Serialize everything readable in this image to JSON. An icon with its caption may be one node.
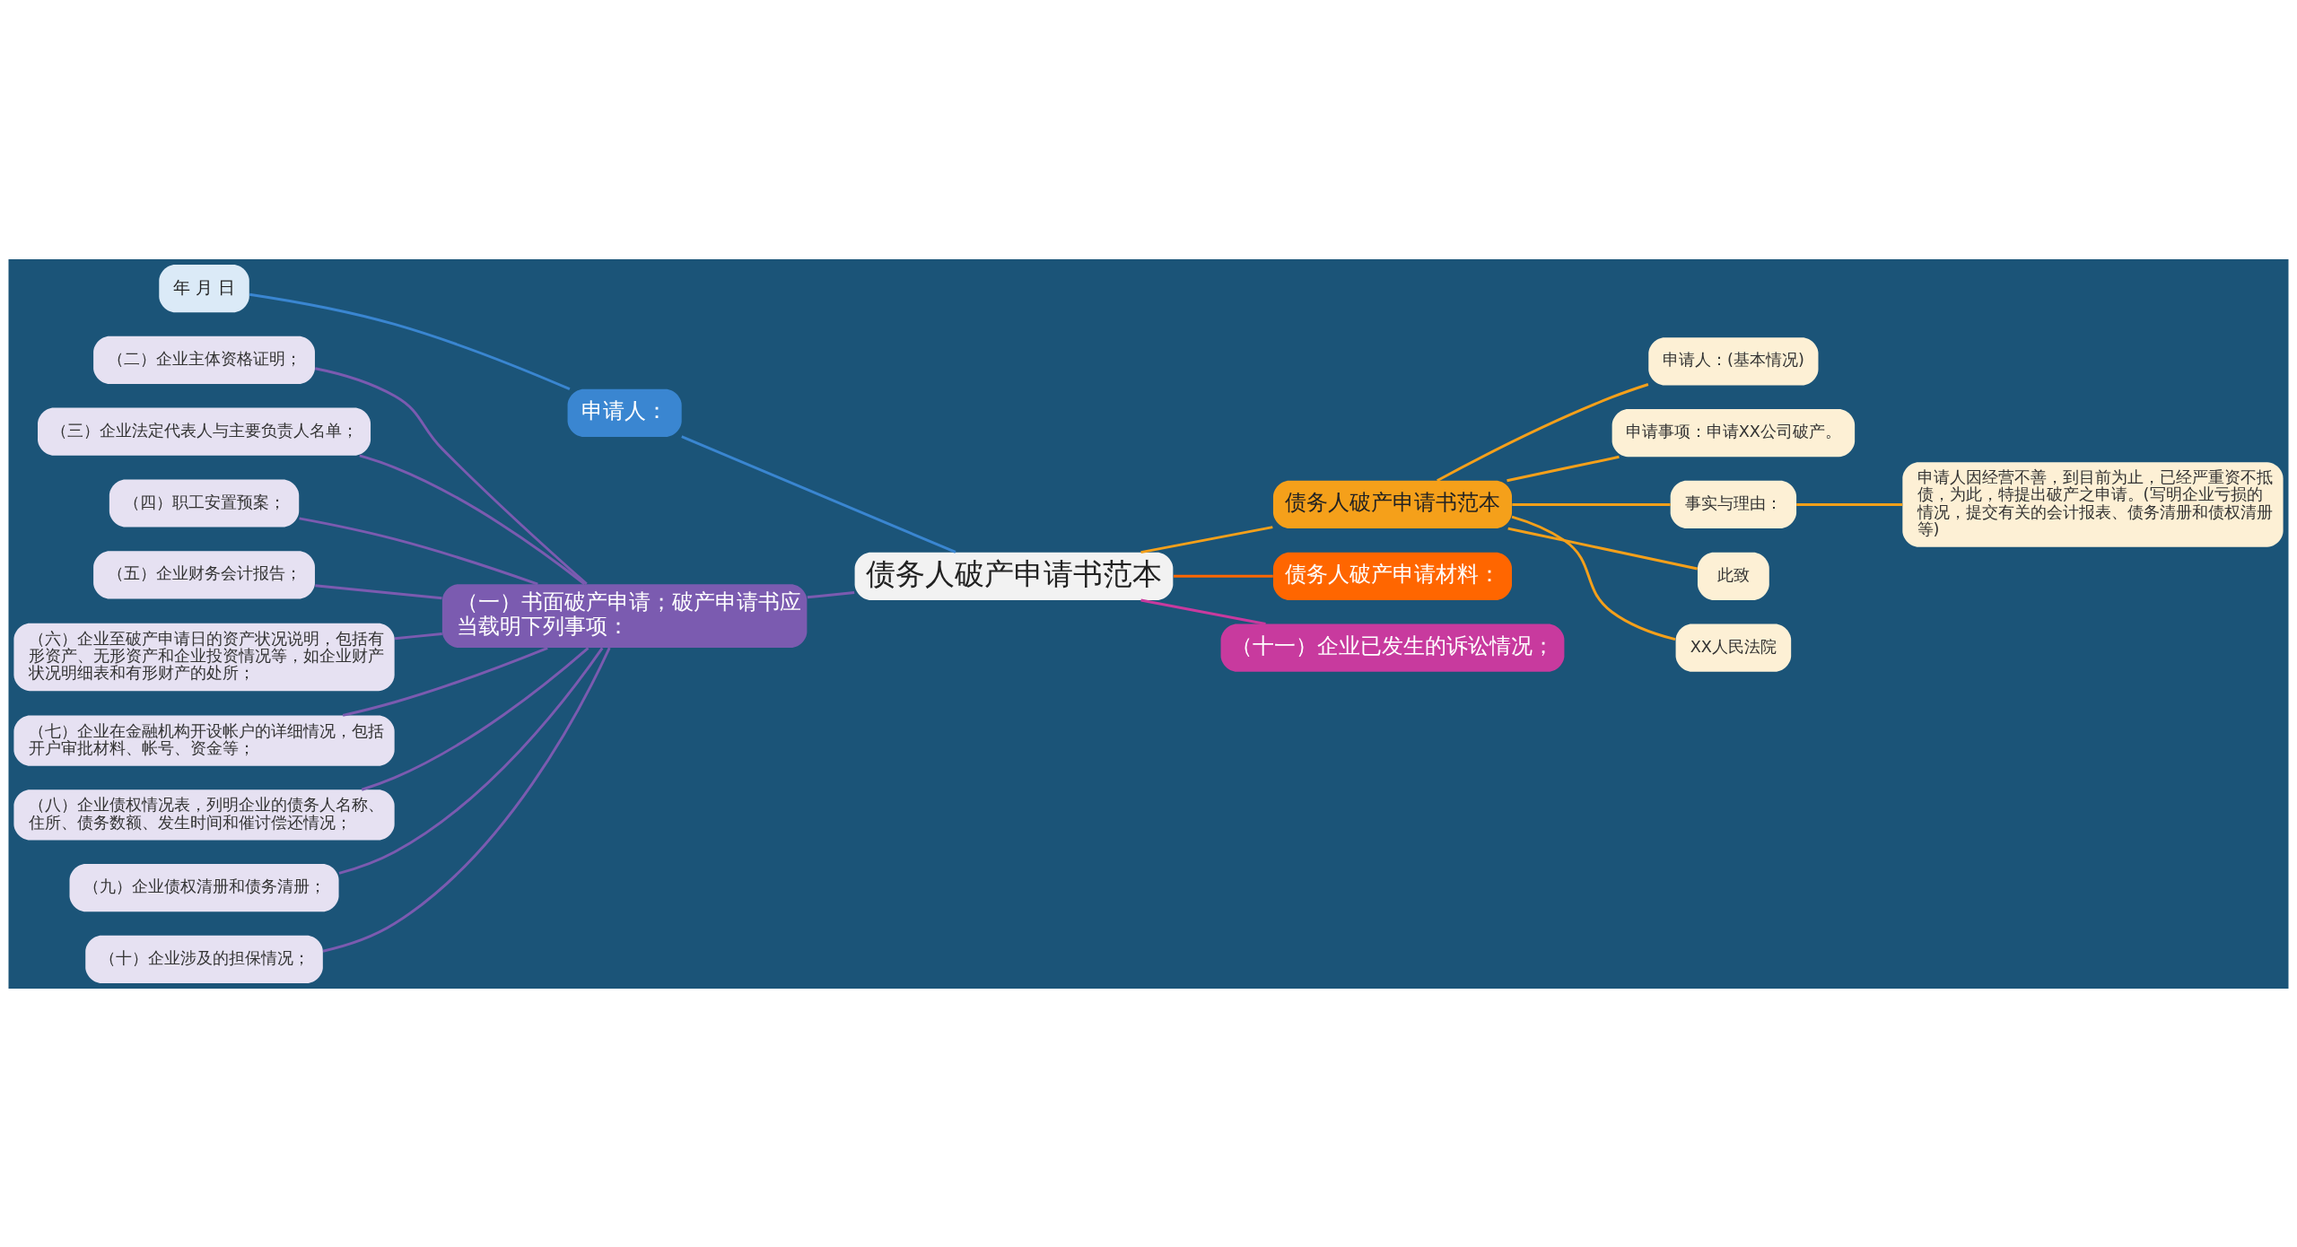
{
  "diagram": {
    "nodes": [
      {
        "text": [
          "债务人破产申请书范本"
        ]
      },
      {
        "text": [
          "申请人："
        ]
      },
      {
        "text": [
          "年 月 日"
        ]
      },
      {
        "text": [
          "（一）书面破产申请；破产申请书应当载明下列事项："
        ]
      },
      {
        "text": [
          "（二）企业主体资格证明；"
        ]
      },
      {
        "text": [
          "（三）企业法定代表人与主要负责人名单；"
        ]
      },
      {
        "text": [
          "（四）职工安置预案；"
        ]
      },
      {
        "text": [
          "（五）企业财务会计报告；"
        ]
      },
      {
        "text": [
          "（六）企业至破产申请日的资产状况说明，包括有形资产、无形资产和企业投资情况等，如企业财产状况明细表和有形财产的处所；"
        ]
      },
      {
        "text": [
          "（七）企业在金融机构开设帐户的详细情况，包括开户审批材料、帐号、资金等；"
        ]
      },
      {
        "text": [
          "（八）企业债权情况表，列明企业的债务人名称、住所、债务数额、发生时间和催讨偿还情况；"
        ]
      },
      {
        "text": [
          "（九）企业债权清册和债务清册；"
        ]
      },
      {
        "text": [
          "（十）企业涉及的担保情况；"
        ]
      },
      {
        "text": [
          "债务人破产申请书范本"
        ]
      },
      {
        "text": [
          "申请人：(基本情况)"
        ]
      },
      {
        "text": [
          "申请事项：申请XX公司破产。"
        ]
      },
      {
        "text": [
          "事实与理由："
        ]
      },
      {
        "text": [
          "申请人因经营不善，到目前为止，已经严重资不抵债，为此，特提出破产之申请。(写明企业亏损的情况，提交有关的会计报表、债务清册和债权清册等)"
        ]
      },
      {
        "text": [
          "此致"
        ]
      },
      {
        "text": [
          "XX人民法院"
        ]
      },
      {
        "text": [
          "债务人破产申请材料："
        ]
      },
      {
        "text": [
          "（十一）企业已发生的诉讼情况；"
        ]
      }
    ],
    "edges": [
      {
        "from": 0,
        "to": 1,
        "arrow": "none",
        "color": "#3a86d1"
      },
      {
        "from": 1,
        "to": 2,
        "arrow": "none",
        "color": "#3a86d1"
      },
      {
        "from": 0,
        "to": 3,
        "arrow": "none"
      },
      {
        "from": 3,
        "to": 4,
        "arrow": "none"
      },
      {
        "from": 3,
        "to": 5,
        "arrow": "none"
      },
      {
        "from": 3,
        "to": 6,
        "arrow": "none"
      },
      {
        "from": 3,
        "to": 7,
        "arrow": "none"
      },
      {
        "from": 3,
        "to": 8,
        "arrow": "none"
      },
      {
        "from": 3,
        "to": 9,
        "arrow": "none"
      },
      {
        "from": 3,
        "to": 10,
        "arrow": "none"
      },
      {
        "from": 3,
        "to": 11,
        "arrow": "none"
      },
      {
        "from": 3,
        "to": 12,
        "arrow": "none"
      },
      {
        "from": 0,
        "to": 13,
        "arrow": "none",
        "color": "#f5a01a"
      },
      {
        "from": 13,
        "to": 14,
        "arrow": "none",
        "color": "#f5a01a"
      },
      {
        "from": 13,
        "to": 15,
        "arrow": "none",
        "color": "#f5a01a"
      },
      {
        "from": 13,
        "to": 16,
        "arrow": "none",
        "color": "#f5a01a"
      },
      {
        "from": 16,
        "to": 17,
        "arrow": "none",
        "color": "#f5a01a"
      },
      {
        "from": 13,
        "to": 18,
        "arrow": "none",
        "color": "#f5a01a"
      },
      {
        "from": 13,
        "to": 19,
        "arrow": "none",
        "color": "#f5a01a"
      },
      {
        "from": 0,
        "to": 20,
        "arrow": "none",
        "color": "#ff6600"
      },
      {
        "from": 0,
        "to": 21,
        "arrow": "none",
        "color": "#c83a9e"
      }
    ]
  }
}
